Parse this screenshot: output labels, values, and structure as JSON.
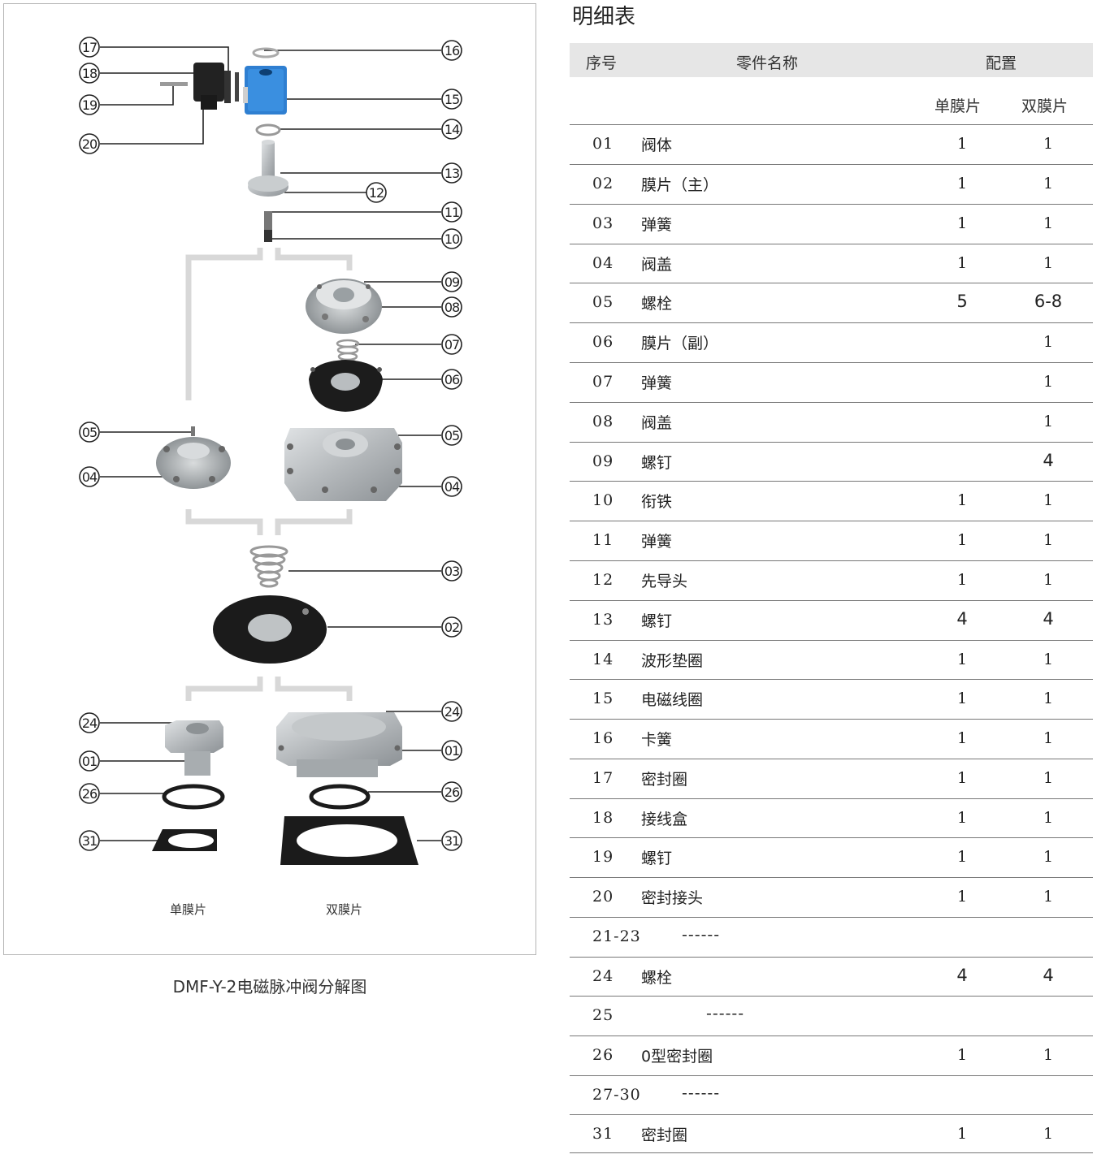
{
  "table": {
    "title": "明细表",
    "header": {
      "no": "序号",
      "name": "零件名称",
      "config": "配置"
    },
    "subheader": {
      "single": "单膜片",
      "double": "双膜片"
    },
    "rows": [
      {
        "no": "01",
        "name": "阀体",
        "single": "1",
        "double": "1"
      },
      {
        "no": "02",
        "name": "膜片（主）",
        "single": "1",
        "double": "1"
      },
      {
        "no": "03",
        "name": "弹簧",
        "single": "1",
        "double": "1"
      },
      {
        "no": "04",
        "name": "阀盖",
        "single": "1",
        "double": "1"
      },
      {
        "no": "05",
        "name": "螺栓",
        "single": "5",
        "double": "6-8"
      },
      {
        "no": "06",
        "name": "膜片（副）",
        "single": "",
        "double": "1"
      },
      {
        "no": "07",
        "name": "弹簧",
        "single": "",
        "double": "1"
      },
      {
        "no": "08",
        "name": "阀盖",
        "single": "",
        "double": "1"
      },
      {
        "no": "09",
        "name": "螺钉",
        "single": "",
        "double": "4"
      },
      {
        "no": "10",
        "name": "衔铁",
        "single": "1",
        "double": "1"
      },
      {
        "no": "11",
        "name": "弹簧",
        "single": "1",
        "double": "1"
      },
      {
        "no": "12",
        "name": "先导头",
        "single": "1",
        "double": "1"
      },
      {
        "no": "13",
        "name": "螺钉",
        "single": "4",
        "double": "4"
      },
      {
        "no": "14",
        "name": "波形垫圈",
        "single": "1",
        "double": "1"
      },
      {
        "no": "15",
        "name": "电磁线圈",
        "single": "1",
        "double": "1"
      },
      {
        "no": "16",
        "name": "卡簧",
        "single": "1",
        "double": "1"
      },
      {
        "no": "17",
        "name": "密封圈",
        "single": "1",
        "double": "1"
      },
      {
        "no": "18",
        "name": "接线盒",
        "single": "1",
        "double": "1"
      },
      {
        "no": "19",
        "name": "螺钉",
        "single": "1",
        "double": "1"
      },
      {
        "no": "20",
        "name": "密封接头",
        "single": "1",
        "double": "1"
      },
      {
        "no": "21-23",
        "name": "------",
        "single": "",
        "double": ""
      },
      {
        "no": "24",
        "name": "螺栓",
        "single": "4",
        "double": "4"
      },
      {
        "no": "25",
        "name": "------",
        "single": "",
        "double": ""
      },
      {
        "no": "26",
        "name": "0型密封圈",
        "single": "1",
        "double": "1"
      },
      {
        "no": "27-30",
        "name": "------",
        "single": "",
        "double": ""
      },
      {
        "no": "31",
        "name": "密封圈",
        "single": "1",
        "double": "1"
      }
    ]
  },
  "diagram": {
    "caption": "DMF-Y-2电磁脉冲阀分解图",
    "label_single": "单膜片",
    "label_double": "双膜片",
    "callouts_left": [
      "17",
      "18",
      "19",
      "20",
      "05",
      "04",
      "24",
      "01",
      "26",
      "31"
    ],
    "callouts_right": [
      "16",
      "15",
      "14",
      "13",
      "12",
      "11",
      "10",
      "09",
      "08",
      "07",
      "06",
      "05",
      "04",
      "03",
      "02",
      "24",
      "01",
      "26",
      "31"
    ],
    "colors": {
      "coil": "#2f7fd1",
      "rubber": "#1b1b1b",
      "metal": "#b8bcbf",
      "bracket": "#d9d9d9"
    }
  }
}
